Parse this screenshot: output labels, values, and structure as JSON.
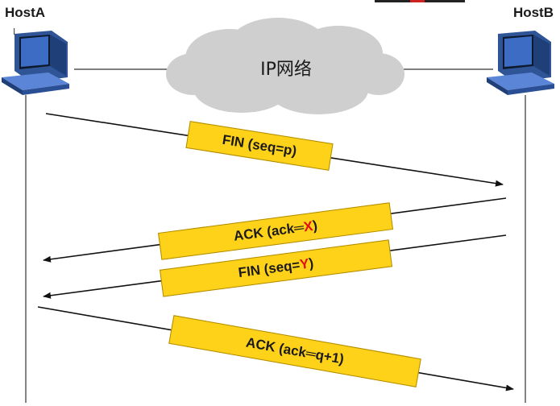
{
  "hosts": {
    "left": "HostA",
    "right": "HostB"
  },
  "network": {
    "label": "IP网络"
  },
  "messages": [
    {
      "id": "msg1",
      "prefix": "FIN (seq=",
      "highlight": "",
      "suffix": "p)"
    },
    {
      "id": "msg2",
      "prefix": "ACK (ack═",
      "highlight": "X",
      "suffix": ")"
    },
    {
      "id": "msg3",
      "prefix": "FIN (seq=",
      "highlight": "Y",
      "suffix": ")"
    },
    {
      "id": "msg4",
      "prefix": "ACK (ack═q+1)",
      "highlight": "",
      "suffix": ""
    }
  ],
  "colors": {
    "label_fill": "#ffd21a",
    "highlight": "#e01010",
    "cloud": "#cfcfcf"
  }
}
